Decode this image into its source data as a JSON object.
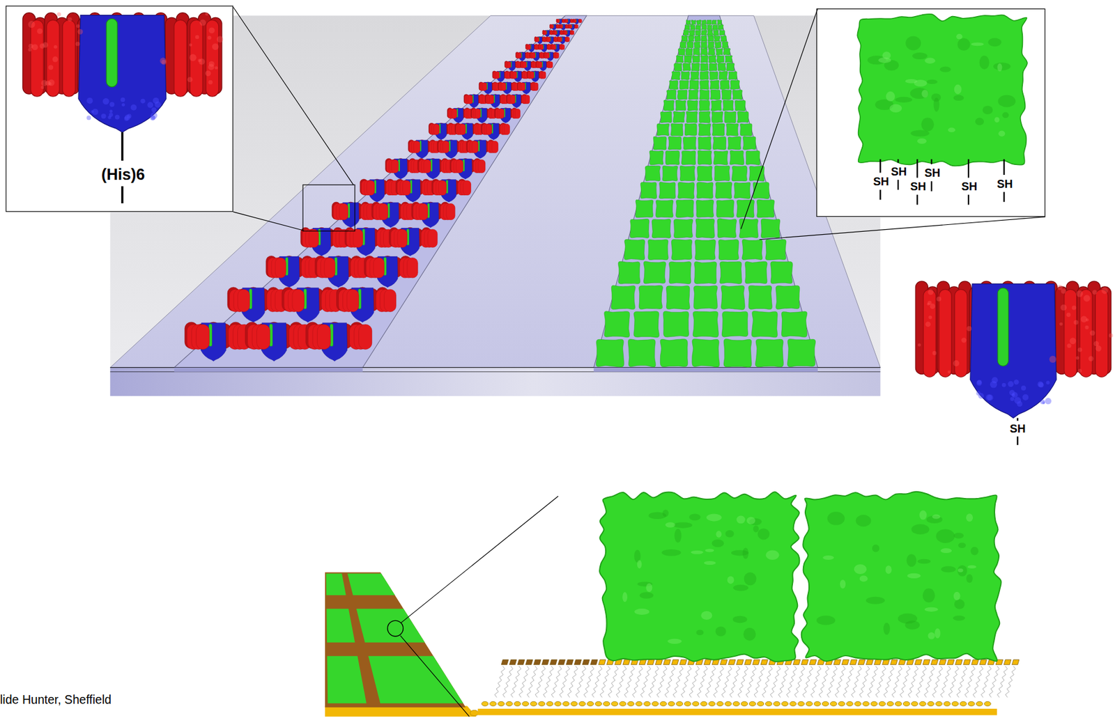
{
  "diagram": {
    "nodes": [
      {
        "text": [
          "(His)6"
        ]
      },
      {
        "text": [
          "SH",
          "SH",
          "SH",
          "SH",
          "SH",
          "SH"
        ]
      }
    ],
    "labels": [
      "SH",
      "lide Hunter, Sheffield"
    ]
  }
}
